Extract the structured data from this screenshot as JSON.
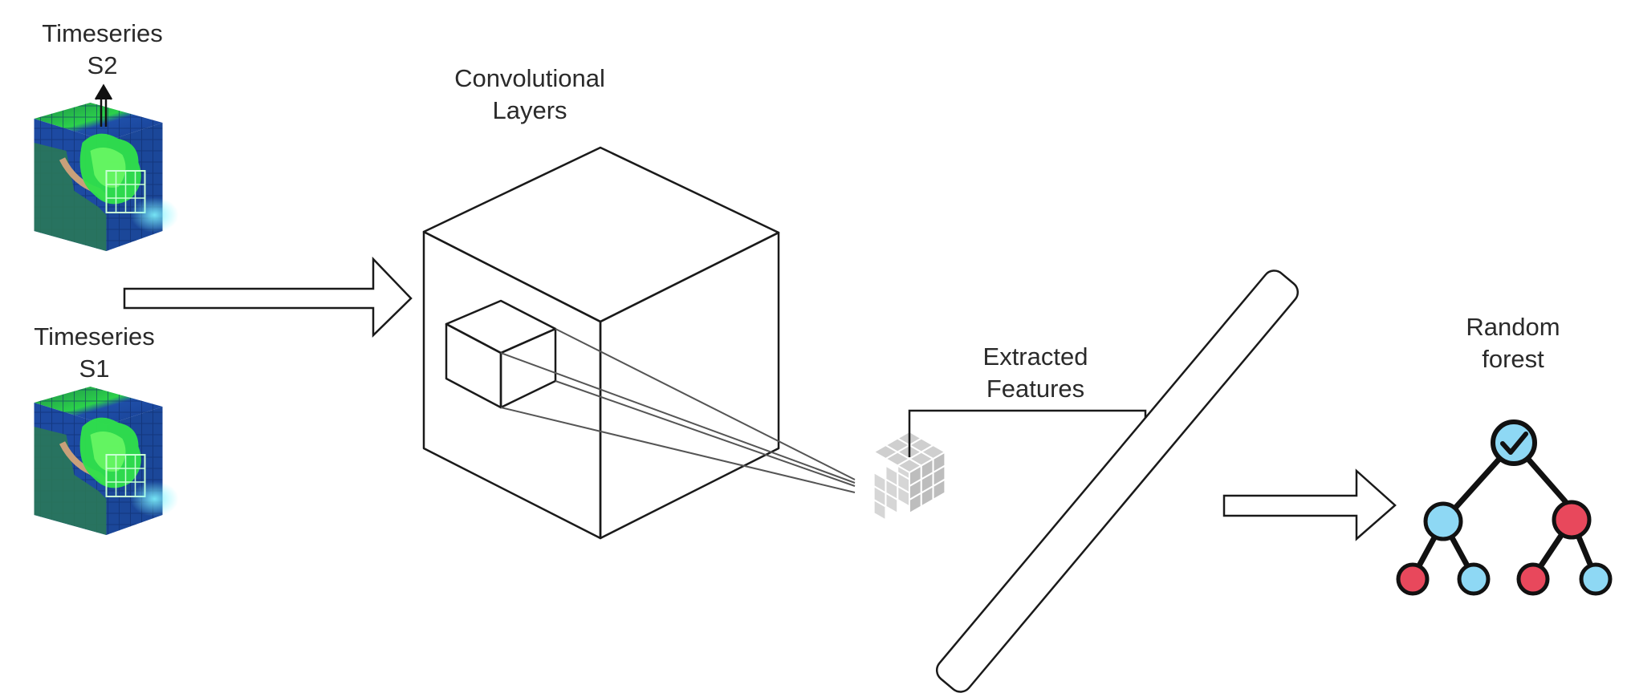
{
  "labels": {
    "timeseries_s2": [
      "Timeseries",
      "S2"
    ],
    "timeseries_s1": [
      "Timeseries",
      "S1"
    ],
    "convolutional_layers": [
      "Convolutional",
      "Layers"
    ],
    "extracted_features": [
      "Extracted",
      "Features"
    ],
    "random_forest": [
      "Random",
      "forest"
    ]
  },
  "icons": {
    "satellite_cube": "satellite-image-cube-icon",
    "feature_cube": "feature-grid-cube-icon",
    "tree": "decision-tree-icon",
    "check": "check-icon"
  },
  "colors": {
    "stroke": "#1a1a1a",
    "water": "#1f4fa8",
    "vegetation": "#2bd14a",
    "feature_grey": "#cfcfcf",
    "tree_node_blue": "#8ed8f4",
    "tree_node_red": "#e8485c",
    "tree_root": "#8ed8f4"
  }
}
